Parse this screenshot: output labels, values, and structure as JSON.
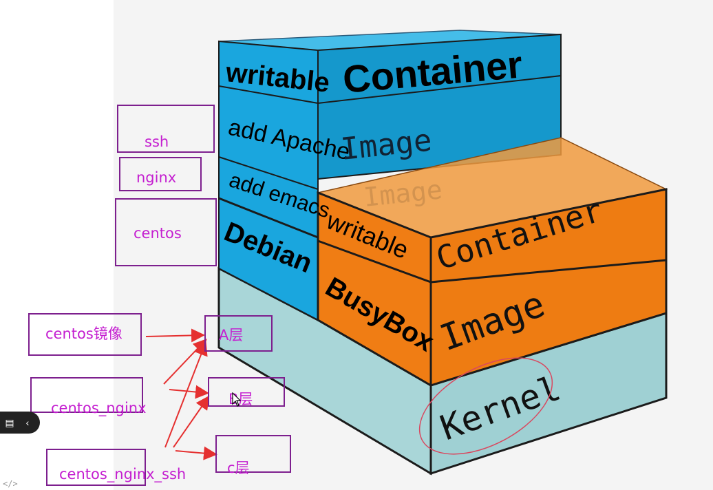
{
  "stack": {
    "top_writable": "writable",
    "top_container": "Container",
    "add_apache": "add Apache",
    "image_top": "Image",
    "add_emacs": "add emacs",
    "debian": "Debian",
    "ghost_image": "Image",
    "orange_writable": "writable",
    "orange_container": "Container",
    "busybox": "BusyBox",
    "orange_image": "Image",
    "kernel": "Kernel"
  },
  "annotations": {
    "ssh": "ssh",
    "nginx": "nginx",
    "centos": "centos",
    "centos_image": "centos镜像",
    "centos_nginx": "centos_nginx",
    "centos_nginx_ssh": "centos_nginx_ssh",
    "layer_a": "A层",
    "layer_b": "B层",
    "layer_c": "c层"
  },
  "colors": {
    "blue": "#1aa6de",
    "blue_dark": "#0f8dc2",
    "orange": "#f07d14",
    "kernel": "#a9d6d8",
    "annotation": "#c41ed0",
    "box": "#7d1f8e",
    "arrow": "#e53030"
  },
  "icons": {
    "chat": "chat-icon",
    "collapse": "chevron-left-icon",
    "code": "code-icon"
  }
}
